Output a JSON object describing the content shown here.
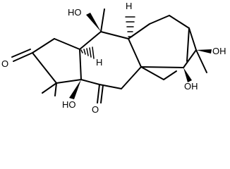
{
  "structure": {
    "labels": {
      "oh_top": "HO",
      "h_top": "H",
      "h_mid": "H",
      "o_ketone_left": "O",
      "oh_bottom": "HO",
      "o_ketone_bottom": "O",
      "oh_right": "OH",
      "oh_right_lower": "OH"
    },
    "colors": {
      "ink": "#000000",
      "background": "#ffffff"
    }
  }
}
